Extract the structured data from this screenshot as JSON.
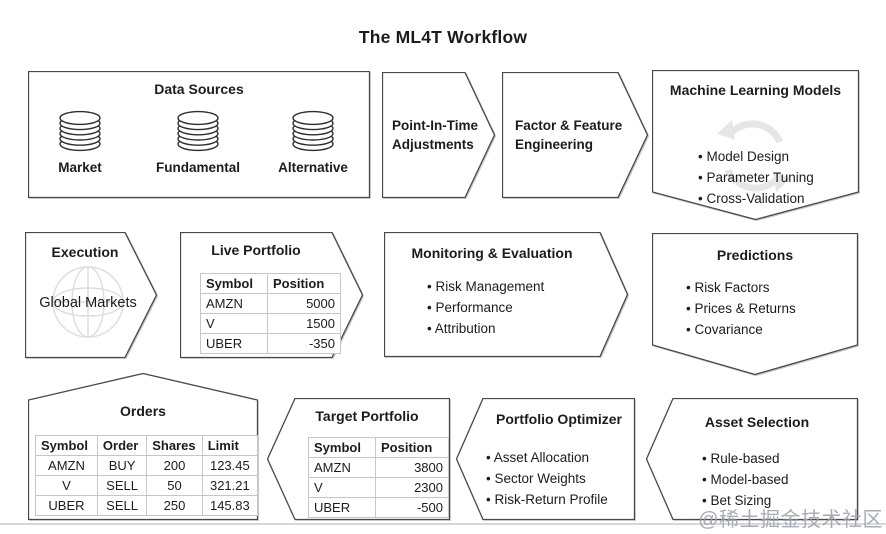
{
  "title": "The ML4T Workflow",
  "watermark": "@稀土掘金技术社区",
  "colors": {
    "shape_border": "#484848",
    "table_border": "#c6c6c6",
    "faint_icon": "#e3e3e3",
    "baseline": "#d3d8de"
  },
  "data_sources": {
    "title": "Data Sources",
    "items": [
      {
        "icon": "database-icon",
        "label": "Market"
      },
      {
        "icon": "database-icon",
        "label": "Fundamental"
      },
      {
        "icon": "database-icon",
        "label": "Alternative"
      }
    ]
  },
  "point_in_time": {
    "label": "Point-In-Time Adjustments"
  },
  "factor_feature": {
    "label": "Factor & Feature Engineering"
  },
  "ml_models": {
    "title": "Machine Learning Models",
    "icon": "cycle-icon",
    "bullets": [
      "Model Design",
      "Parameter Tuning",
      "Cross-Validation"
    ]
  },
  "predictions": {
    "title": "Predictions",
    "bullets": [
      "Risk Factors",
      "Prices & Returns",
      "Covariance"
    ]
  },
  "monitoring": {
    "title": "Monitoring & Evaluation",
    "bullets": [
      "Risk Management",
      "Performance",
      "Attribution"
    ]
  },
  "live_portfolio": {
    "title": "Live Portfolio",
    "table": {
      "headers": [
        "Symbol",
        "Position"
      ],
      "rows": [
        [
          "AMZN",
          "5000"
        ],
        [
          "V",
          "1500"
        ],
        [
          "UBER",
          "-350"
        ]
      ]
    }
  },
  "execution": {
    "title": "Execution",
    "icon": "globe-icon",
    "label": "Global Markets"
  },
  "orders": {
    "title": "Orders",
    "table": {
      "headers": [
        "Symbol",
        "Order",
        "Shares",
        "Limit"
      ],
      "rows": [
        [
          "AMZN",
          "BUY",
          "200",
          "123.45"
        ],
        [
          "V",
          "SELL",
          "50",
          "321.21"
        ],
        [
          "UBER",
          "SELL",
          "250",
          "145.83"
        ]
      ]
    }
  },
  "target_portfolio": {
    "title": "Target Portfolio",
    "table": {
      "headers": [
        "Symbol",
        "Position"
      ],
      "rows": [
        [
          "AMZN",
          "3800"
        ],
        [
          "V",
          "2300"
        ],
        [
          "UBER",
          "-500"
        ]
      ]
    }
  },
  "portfolio_optimizer": {
    "title": "Portfolio Optimizer",
    "bullets": [
      "Asset Allocation",
      "Sector Weights",
      "Risk-Return Profile"
    ]
  },
  "asset_selection": {
    "title": "Asset Selection",
    "bullets": [
      "Rule-based",
      "Model-based",
      "Bet Sizing"
    ]
  }
}
